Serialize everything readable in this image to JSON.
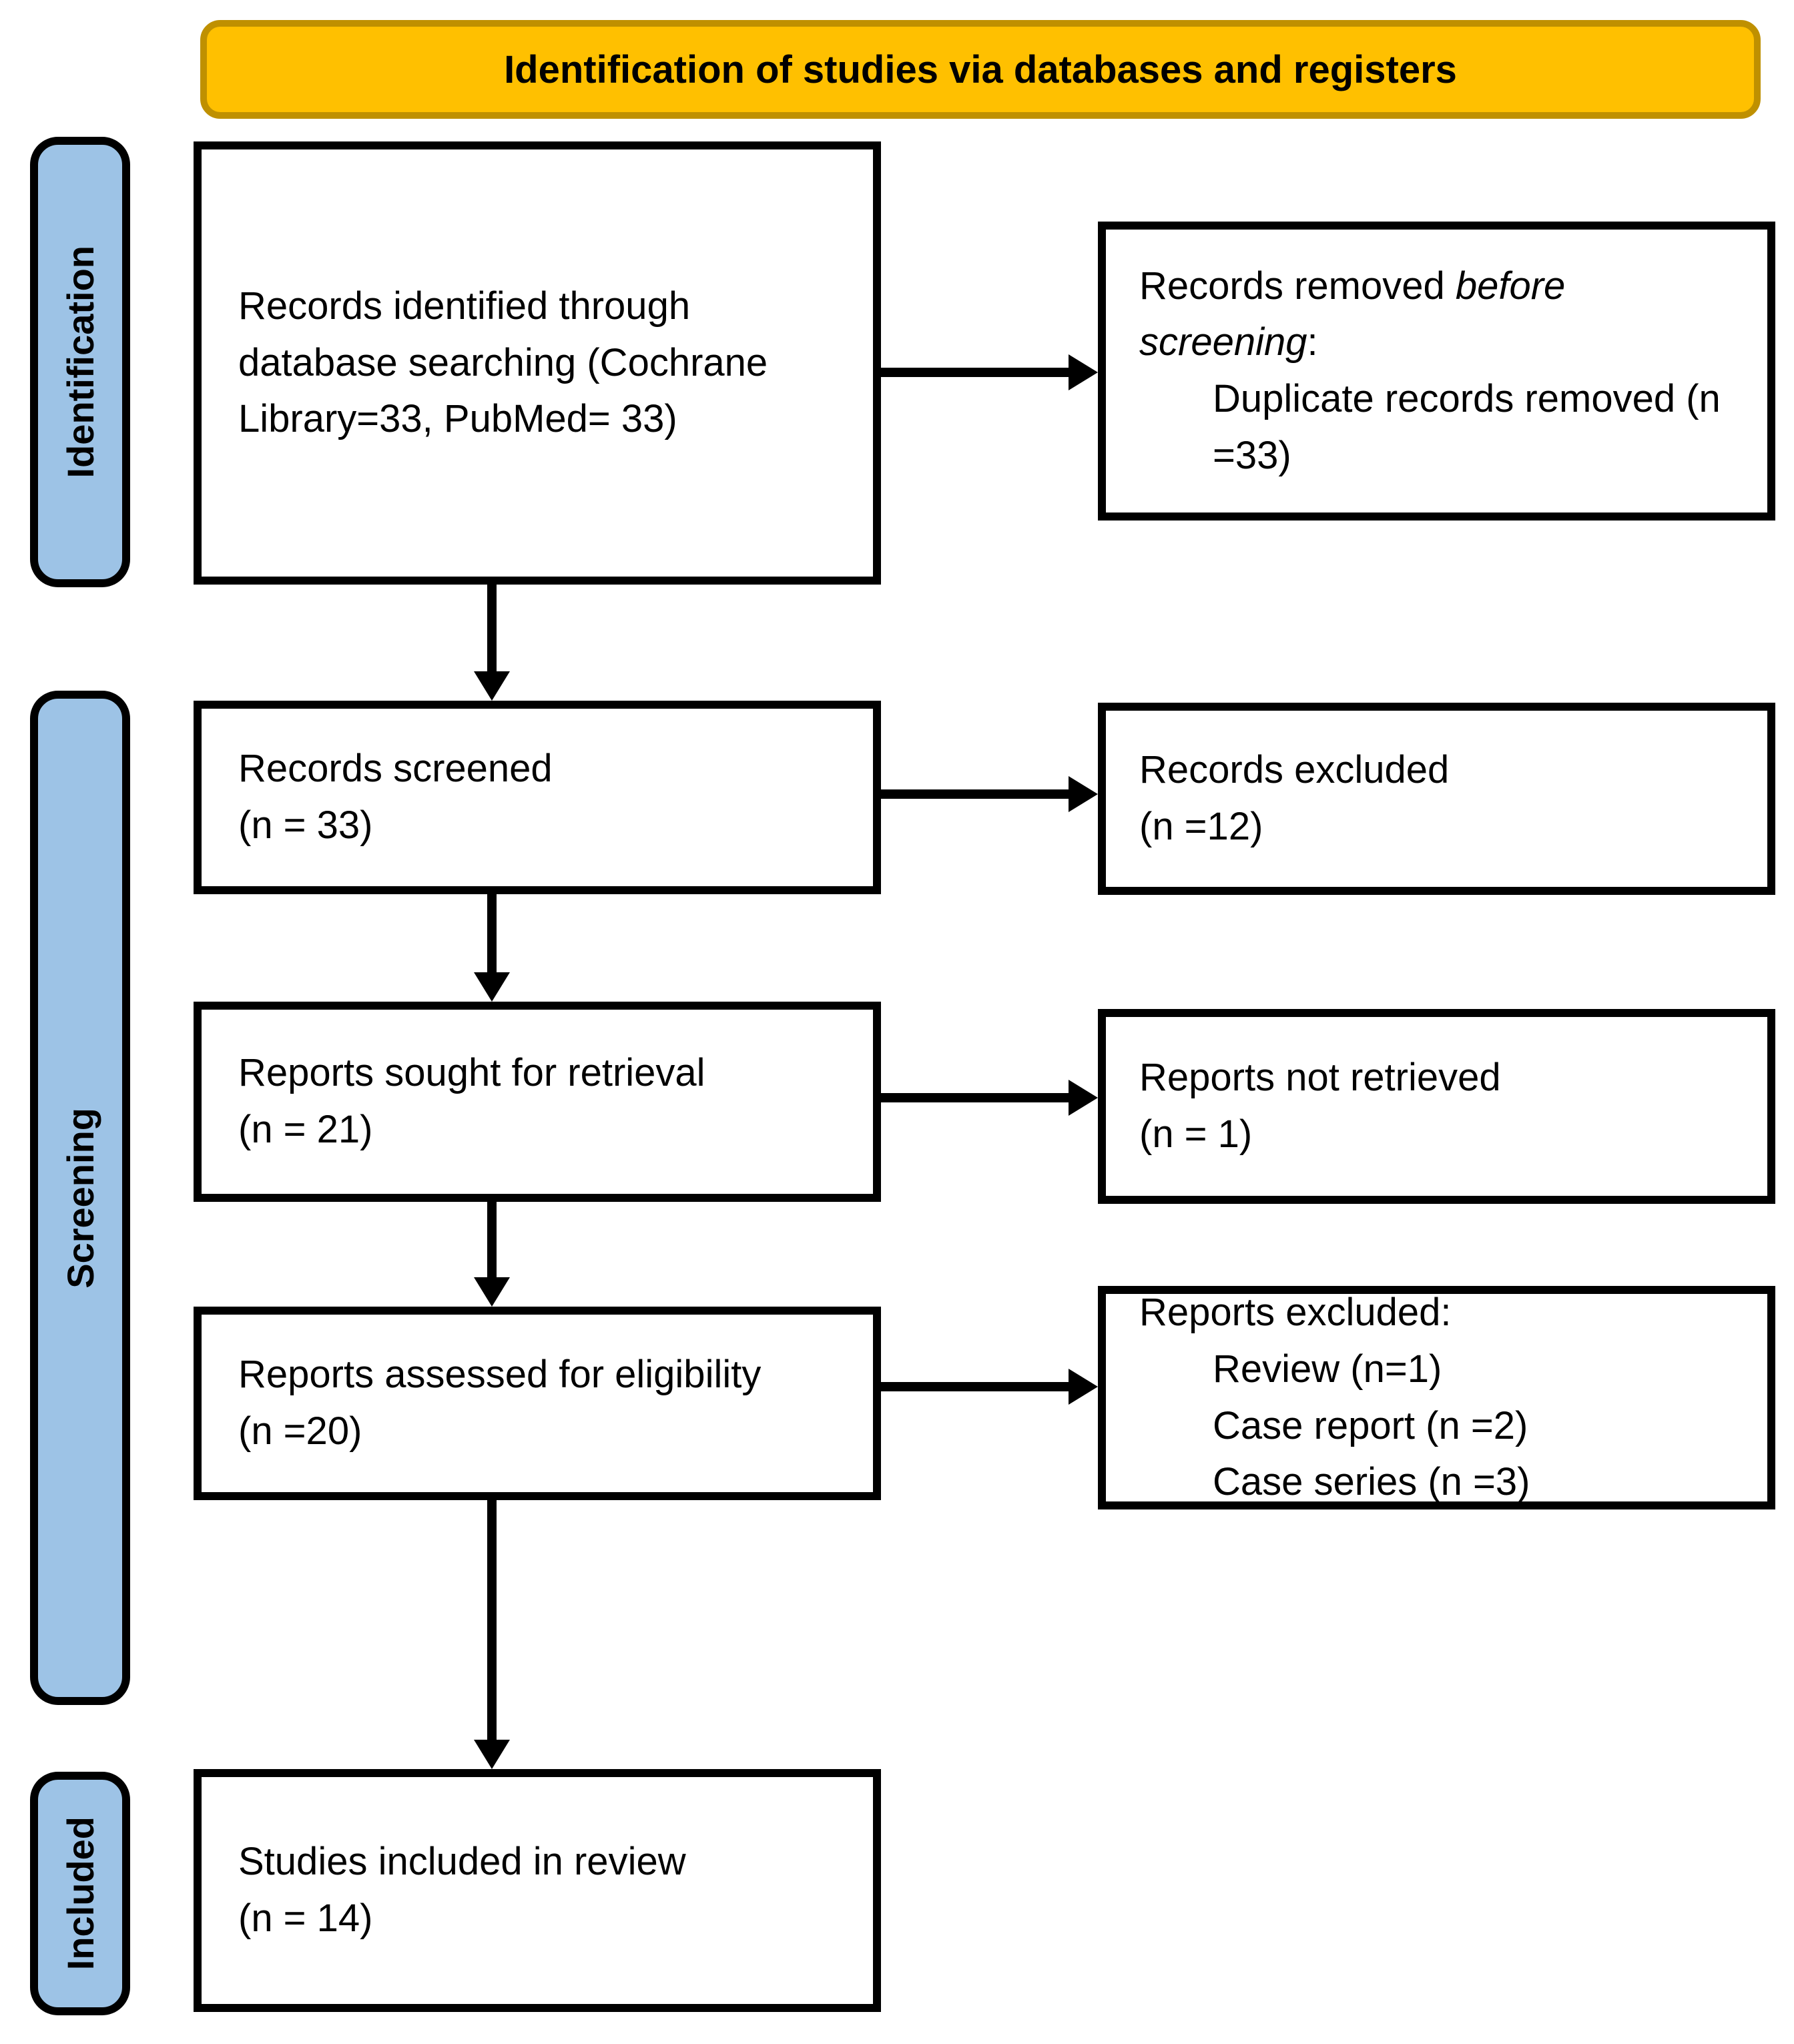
{
  "colors": {
    "banner_fill": "#FFC000",
    "banner_border": "#BF9000",
    "stage_fill": "#9DC3E6",
    "line": "#000000"
  },
  "banner": {
    "title": "Identification of studies via databases and registers"
  },
  "sidebar": {
    "stages": {
      "identification": "Identification",
      "screening": "Screening",
      "included": "Included"
    }
  },
  "boxes": {
    "identified": {
      "lines": [
        "Records identified through",
        "database searching (Cochrane",
        "Library=33, PubMed= 33)"
      ]
    },
    "removed": {
      "text_1": "Records removed ",
      "italic_1": "before",
      "italic_2": "screening",
      "text_2": ":",
      "items": [
        "Duplicate records removed (n",
        "=33)"
      ]
    },
    "screened": {
      "lines": [
        "Records screened",
        "(n = 33)"
      ]
    },
    "excluded": {
      "lines": [
        "Records excluded",
        "(n =12)"
      ]
    },
    "sought": {
      "lines": [
        "Reports sought for retrieval",
        "(n = 21)"
      ]
    },
    "not_retrieved": {
      "lines": [
        "Reports not retrieved",
        "(n = 1)"
      ]
    },
    "assessed": {
      "lines": [
        "Reports assessed for eligibility",
        "(n =20)"
      ]
    },
    "reports_excluded": {
      "heading": "Reports excluded:",
      "items": [
        "Review (n=1)",
        "Case report (n =2)",
        "Case series (n =3)"
      ]
    },
    "included_in_review": {
      "lines": [
        "Studies included in review",
        "(n = 14)"
      ]
    }
  }
}
